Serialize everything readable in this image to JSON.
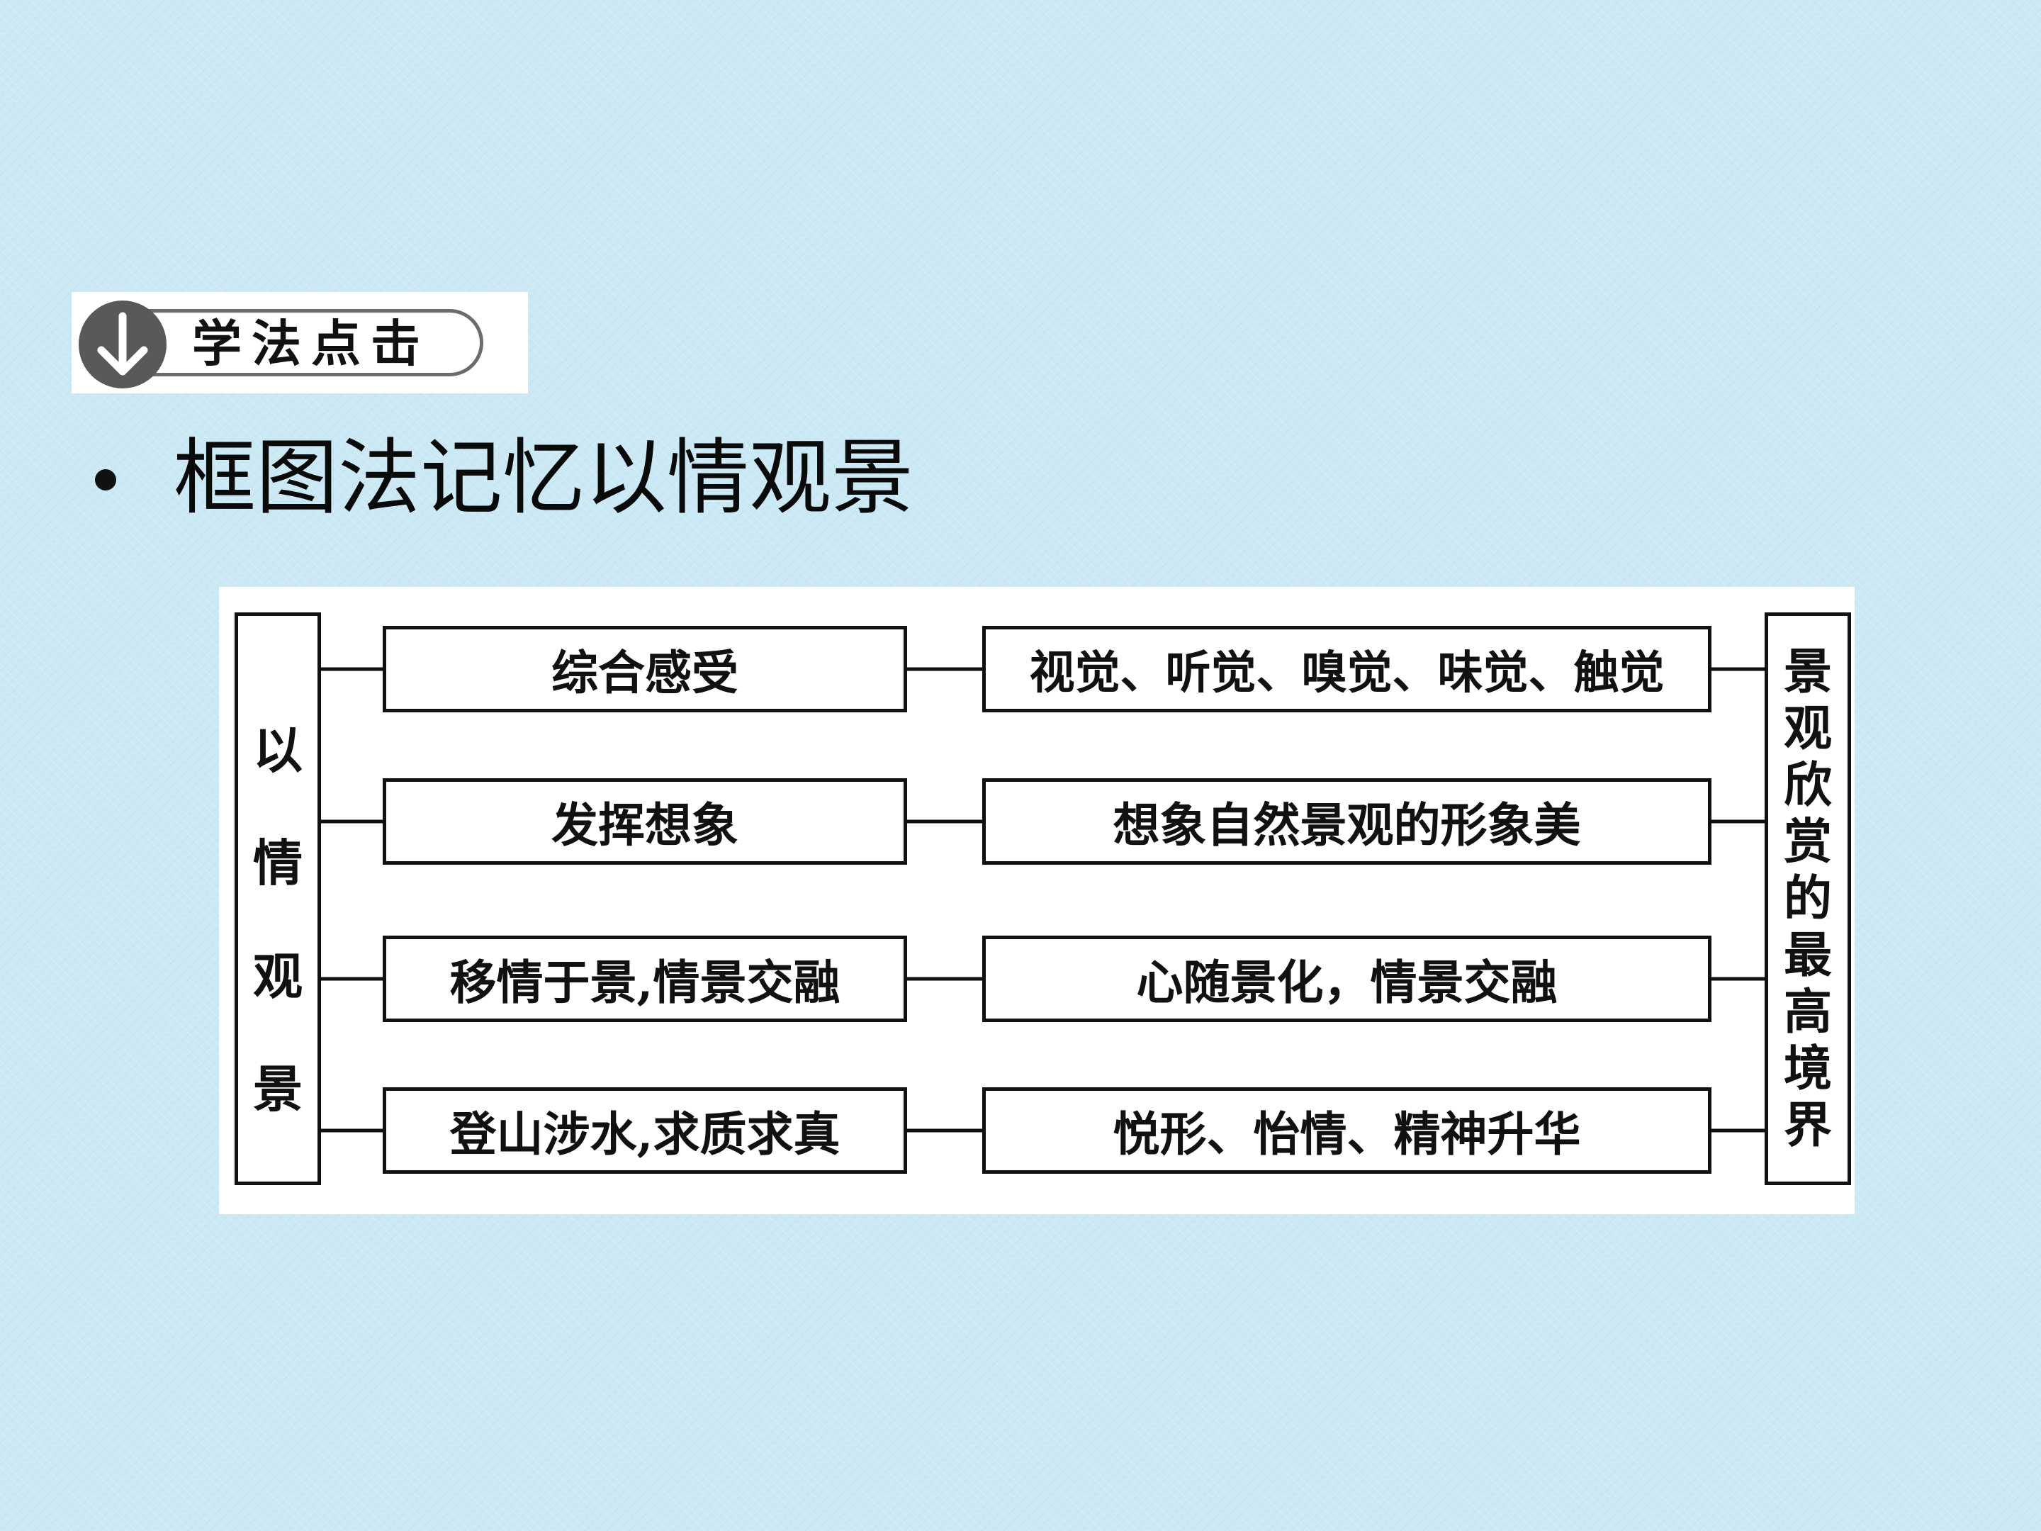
{
  "section_badge": {
    "label": "学法点击",
    "icon": "down-arrow-icon"
  },
  "title": {
    "bullet": "•",
    "text": "框图法记忆以情观景"
  },
  "diagram": {
    "left_label": [
      "以",
      "情",
      "观",
      "景"
    ],
    "right_label": [
      "景",
      "观",
      "欣",
      "赏",
      "的",
      "最",
      "高",
      "境",
      "界"
    ],
    "rows": [
      {
        "method": "综合感受",
        "result": "视觉、听觉、嗅觉、味觉、触觉"
      },
      {
        "method": "发挥想象",
        "result": "想象自然景观的形象美"
      },
      {
        "method": "移情于景,情景交融",
        "result": "心随景化，情景交融"
      },
      {
        "method": "登山涉水,求质求真",
        "result": "悦形、怡情、精神升华"
      }
    ]
  },
  "colors": {
    "background": "#cbe9f4",
    "line": "#111111",
    "badge_circle": "#595959"
  }
}
